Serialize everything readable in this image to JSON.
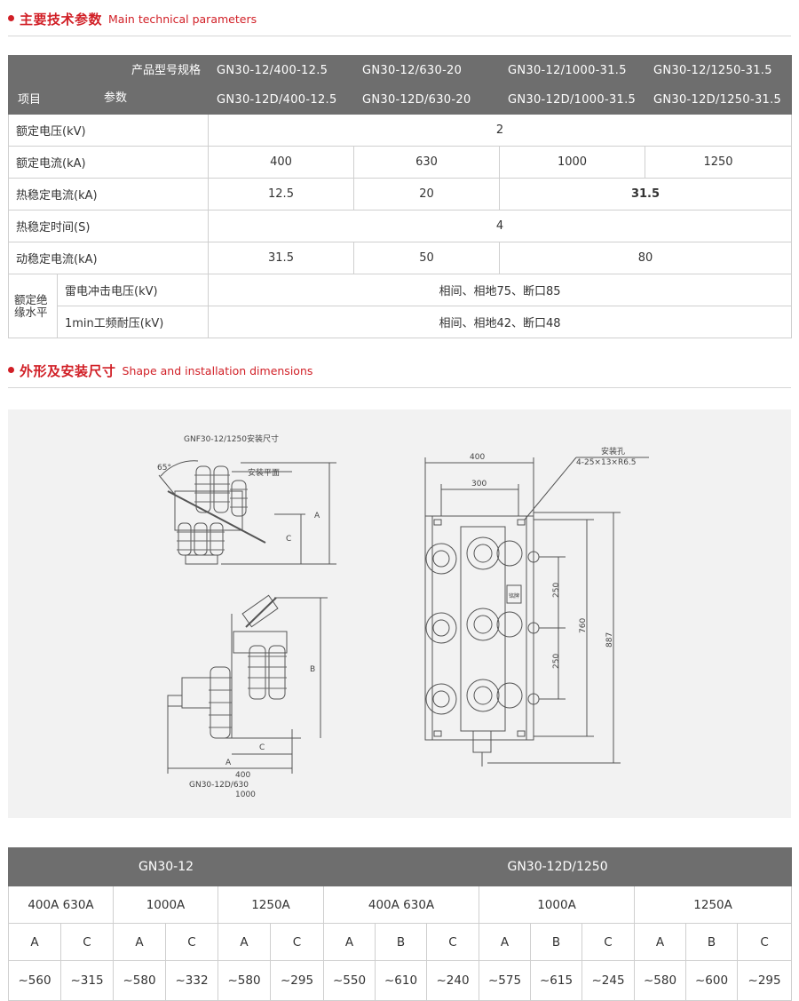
{
  "section1": {
    "title_zh": "主要技术参数",
    "title_en": "Main technical parameters"
  },
  "param_table": {
    "header": {
      "model_label": "产品型号规格",
      "item_label": "项目",
      "param_label": "参数",
      "models_row1": [
        "GN30-12/400-12.5",
        "GN30-12/630-20",
        "GN30-12/1000-31.5",
        "GN30-12/1250-31.5"
      ],
      "models_row2": [
        "GN30-12D/400-12.5",
        "GN30-12D/630-20",
        "GN30-12D/1000-31.5",
        "GN30-12D/1250-31.5"
      ]
    },
    "rows": {
      "rated_voltage": {
        "label": "额定电压(kV)",
        "value": "2"
      },
      "rated_current": {
        "label": "额定电流(kA)",
        "values": [
          "400",
          "630",
          "1000",
          "1250"
        ]
      },
      "thermal_current": {
        "label": "热稳定电流(kA)",
        "values": [
          "12.5",
          "20",
          "31.5"
        ]
      },
      "thermal_time": {
        "label": "热稳定时间(S)",
        "value": "4"
      },
      "dynamic_current": {
        "label": "动稳定电流(kA)",
        "values": [
          "31.5",
          "50",
          "80"
        ]
      },
      "insulation": {
        "group_label": "额定绝缘水平",
        "lightning": {
          "label": "雷电冲击电压(kV)",
          "value": "相间、相地75、断口85"
        },
        "power_freq": {
          "label": "1min工频耐压(kV)",
          "value": "相间、相地42、断口48"
        }
      }
    }
  },
  "section2": {
    "title_zh": "外形及安装尺寸",
    "title_en": "Shape and installation dimensions"
  },
  "drawing": {
    "left_title": "GNF30-12/1250安装尺寸",
    "angle": "65°",
    "mount_plane": "安装平面",
    "dim_A": "A",
    "dim_B": "B",
    "dim_C": "C",
    "bottom_400": "400",
    "bottom_model": "GN30-12D/630",
    "bottom_1000": "1000",
    "right_400": "400",
    "right_300": "300",
    "hole_label": "安装孔",
    "hole_spec": "4-25×13×R6.5",
    "dim_250a": "250",
    "dim_250b": "250",
    "dim_760": "760",
    "dim_887": "887",
    "plate_text": "铭牌"
  },
  "dim_table": {
    "groups": [
      "GN30-12",
      "GN30-12D/1250"
    ],
    "currents": [
      "400A  630A",
      "1000A",
      "1250A",
      "400A  630A",
      "1000A",
      "1250A"
    ],
    "letters": [
      "A",
      "C",
      "A",
      "C",
      "A",
      "C",
      "A",
      "B",
      "C",
      "A",
      "B",
      "C",
      "A",
      "B",
      "C"
    ],
    "values": [
      "~560",
      "~315",
      "~580",
      "~332",
      "~580",
      "~295",
      "~550",
      "~610",
      "~240",
      "~575",
      "~615",
      "~245",
      "~580",
      "~600",
      "~295"
    ]
  }
}
